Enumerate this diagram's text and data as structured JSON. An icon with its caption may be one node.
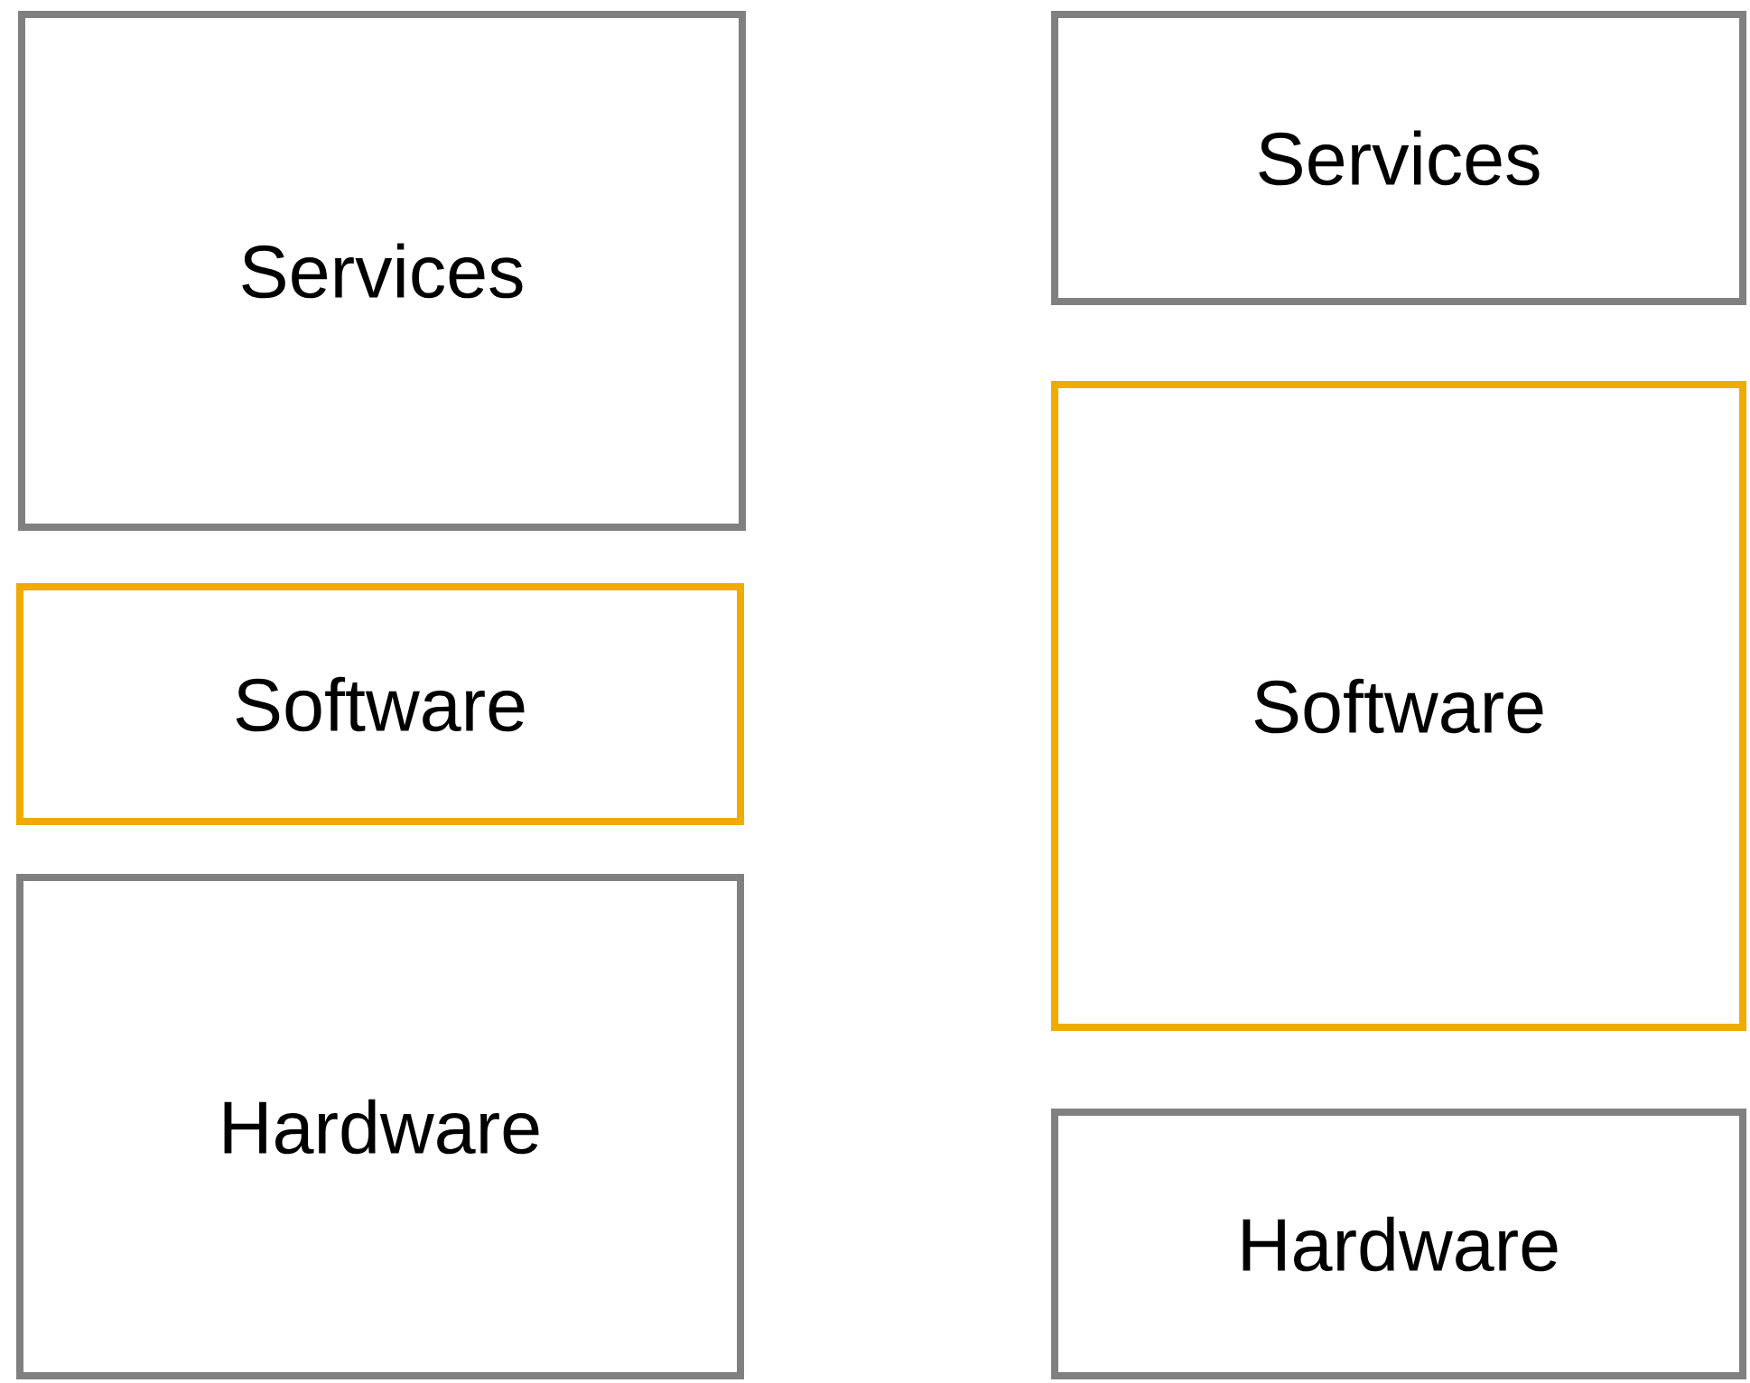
{
  "diagram": {
    "nodes": [
      {
        "text": [
          "Services"
        ]
      },
      {
        "text": [
          "Software"
        ]
      },
      {
        "text": [
          "Hardware"
        ]
      },
      {
        "text": [
          "Services"
        ]
      },
      {
        "text": [
          "Software"
        ]
      },
      {
        "text": [
          "Hardware"
        ]
      }
    ]
  }
}
